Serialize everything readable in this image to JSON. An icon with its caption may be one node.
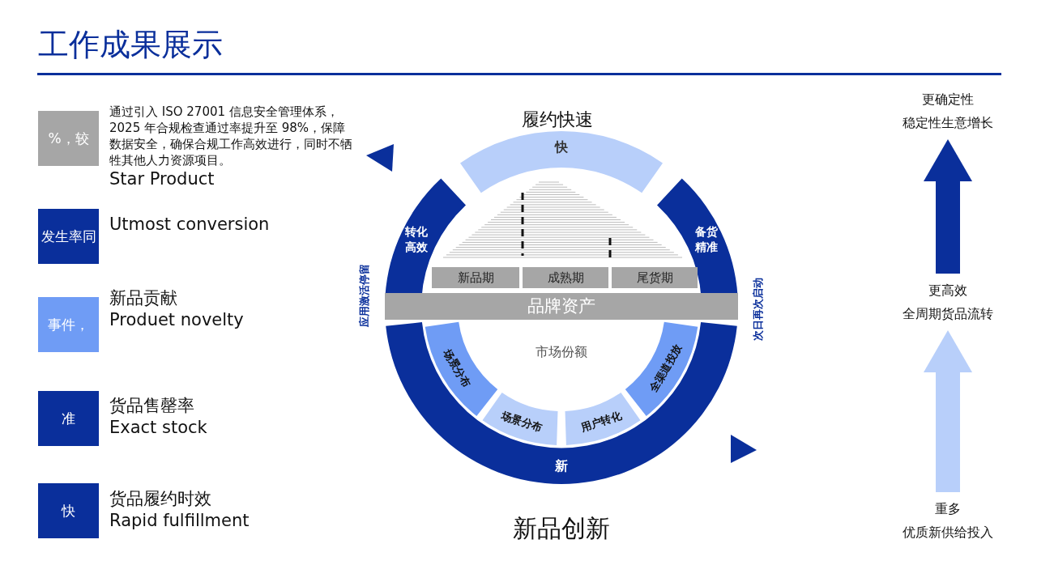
{
  "diagram": {
    "title": "工作成果展示",
    "nodes": [
      {
        "text": [
          "%，较"
        ],
        "beside": [
          "通过引入 ISO 27001 信息安全管理体系， 2025 年合规检查通过率提升至 98%，保障数据安全，确保合规工作高效进行，同时不牺牲其他人力资源项目。",
          "Star Product"
        ]
      },
      {
        "text": [
          "发生率同"
        ],
        "beside": [
          "Utmost conversion"
        ]
      },
      {
        "text": [
          "事件，"
        ],
        "beside": [
          "新品贡献",
          "Produet novelty"
        ]
      },
      {
        "text": [
          "准"
        ],
        "beside": [
          "货品售罄率",
          "Exact stock"
        ]
      },
      {
        "text": [
          "快"
        ],
        "beside": [
          "货品履约时效",
          "Rapid fulfillment"
        ]
      },
      {
        "text": [
          "快"
        ],
        "beside": [
          "履约快速"
        ]
      },
      {
        "text": [
          "转化高效"
        ]
      },
      {
        "text": [
          "备货精准"
        ]
      },
      {
        "text": [
          "新"
        ],
        "beside": [
          "新品创新"
        ]
      },
      {
        "text": [
          "场景分布"
        ]
      },
      {
        "text": [
          "场景分布"
        ]
      },
      {
        "text": [
          "用户转化"
        ]
      },
      {
        "text": [
          "全渠道投放"
        ]
      },
      {
        "text": [
          "新品期"
        ]
      },
      {
        "text": [
          "成熟期"
        ]
      },
      {
        "text": [
          "尾货期"
        ]
      },
      {
        "text": [
          "品牌资产"
        ]
      },
      {
        "text": [
          "更确定性",
          "稳定性生意增长"
        ]
      },
      {
        "text": [
          "更高效",
          "全周期货品流转"
        ]
      },
      {
        "text": [
          "重多",
          "优质新供给投入"
        ]
      }
    ],
    "edges": [
      {
        "from": 19,
        "to": 18,
        "arrow": "to",
        "color": "#b8cffa"
      },
      {
        "from": 18,
        "to": 17,
        "arrow": "to",
        "color": "#0a2f9b"
      }
    ],
    "labels": [
      "应用激活停留",
      "次日再次启动",
      "市场份额"
    ]
  }
}
